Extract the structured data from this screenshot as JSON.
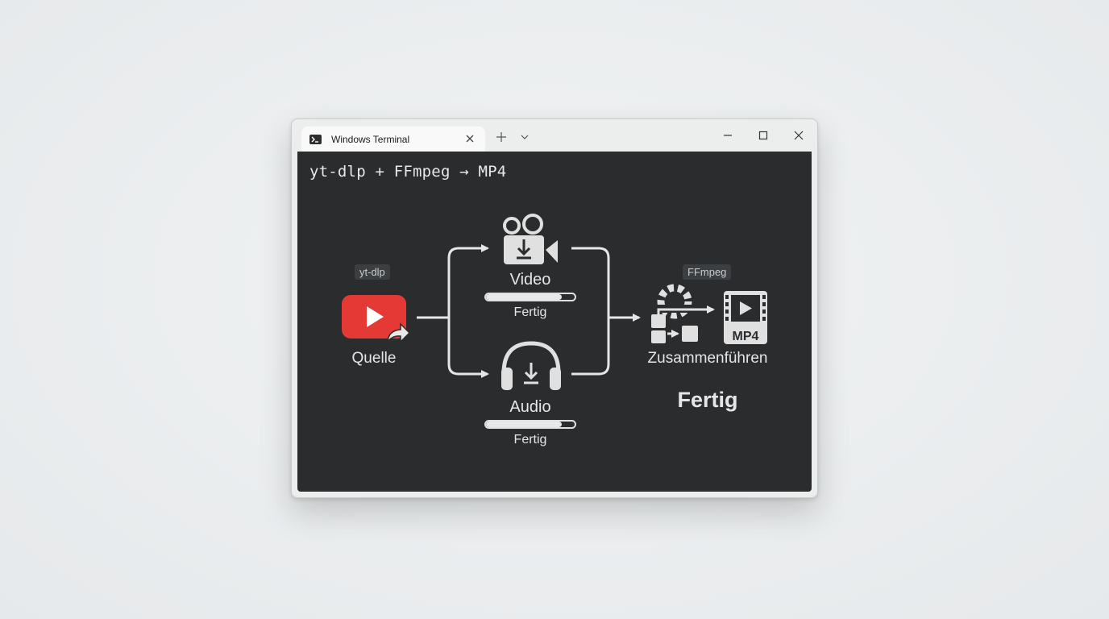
{
  "window": {
    "tab_title": "Windows Terminal",
    "icons": {
      "tab": "terminal-icon",
      "tab_close": "close-icon",
      "new_tab": "plus-icon",
      "dropdown": "chevron-down-icon",
      "minimize": "minimize-icon",
      "maximize": "maximize-icon",
      "close": "close-icon"
    }
  },
  "terminal": {
    "command": "yt-dlp + FFmpeg → MP4",
    "source": {
      "tool": "yt-dlp",
      "label": "Quelle",
      "icon": "youtube-play-icon"
    },
    "video": {
      "label": "Video",
      "status": "Fertig",
      "progress": 0.85,
      "icon": "video-camera-download-icon"
    },
    "audio": {
      "label": "Audio",
      "status": "Fertig",
      "progress": 0.85,
      "icon": "headphones-download-icon"
    },
    "merge": {
      "tool": "FFmpeg",
      "label": "Zusammenführen",
      "status": "Fertig",
      "badge": "MP4",
      "icons": [
        "gear-merge-icon",
        "mp4-file-icon"
      ]
    }
  },
  "colors": {
    "youtube_red": "#e53935",
    "terminal_bg": "#2a2c2e",
    "icon_gray": "#d9d9d9"
  }
}
